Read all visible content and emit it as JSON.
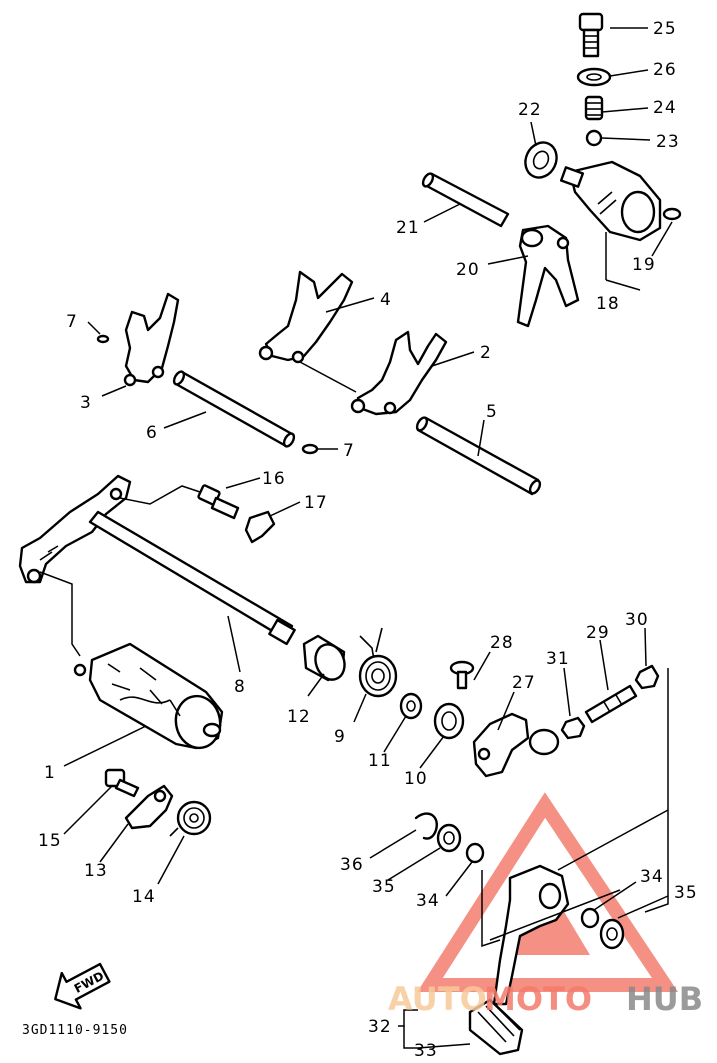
{
  "diagram_code": "3GD1110-9150",
  "fwd_label": "FWD",
  "watermark": {
    "part1": "AUTO",
    "part2": "MOTO",
    "part3": "HUB"
  },
  "callouts": {
    "c1": "1",
    "c2": "2",
    "c3": "3",
    "c4": "4",
    "c5": "5",
    "c6": "6",
    "c7a": "7",
    "c7b": "7",
    "c8": "8",
    "c9": "9",
    "c10": "10",
    "c11": "11",
    "c12": "12",
    "c13": "13",
    "c14": "14",
    "c15": "15",
    "c16": "16",
    "c17": "17",
    "c18": "18",
    "c19": "19",
    "c20": "20",
    "c21": "21",
    "c22": "22",
    "c23": "23",
    "c24": "24",
    "c25": "25",
    "c26": "26",
    "c27": "27",
    "c28": "28",
    "c29": "29",
    "c30": "30",
    "c31": "31",
    "c32": "32",
    "c33": "33",
    "c34a": "34",
    "c34b": "34",
    "c35a": "35",
    "c35b": "35",
    "c36": "36"
  },
  "colors": {
    "watermark_red": "#f26b5b",
    "watermark_orange": "#f8c99a",
    "watermark_gray": "#8a8a8a"
  }
}
